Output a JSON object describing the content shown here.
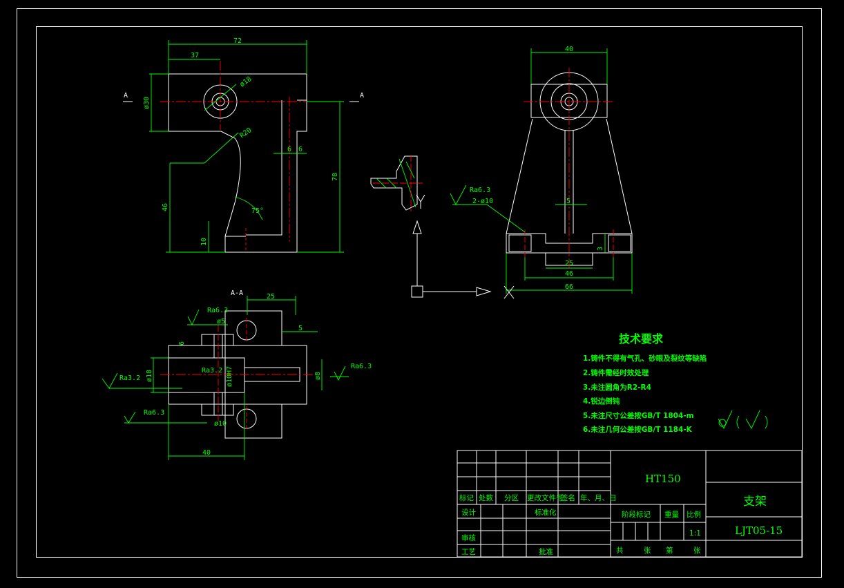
{
  "colors": {
    "background": "#000000",
    "geometry": "#ffffff",
    "dimension": "#00ff00",
    "centerline": "#ff0000"
  },
  "front_view": {
    "section_mark": "A",
    "dims": {
      "width_total": "72",
      "bore_offset": "37",
      "top_height": "ø30",
      "bore_dia": "ø18",
      "radius": "R20",
      "rib_1": "6",
      "rib_2": "6",
      "height": "78",
      "lower_height": "46",
      "base": "10",
      "angle": "75°"
    }
  },
  "side_view": {
    "dims": {
      "width_top": "40",
      "web": "5",
      "slot": "25",
      "inner": "46",
      "total": "66",
      "depth": "3"
    },
    "roughness": "Ra6.3",
    "holes": "2-ø10"
  },
  "section_view": {
    "title": "A-A",
    "dims": {
      "top": "25",
      "hole": "ø5",
      "gap": "5",
      "left": "6",
      "dia_18": "ø18",
      "dia_10": "ø10H7",
      "bottom_hole": "ø10",
      "length": "40",
      "step": "ø8"
    },
    "roughness": {
      "top": "Ra6.3",
      "left": "Ra3.2",
      "inner": "Ra3.2",
      "right": "Ra6.3",
      "bottom": "Ra6.3"
    }
  },
  "ucs": {
    "x_label": "X",
    "y_label": "Y"
  },
  "requirements": {
    "title": "技术要求",
    "items": [
      "1.铸件不得有气孔、砂眼及裂纹等缺陷",
      "2.铸件需经时效处理",
      "3.未注圆角为R2-R4",
      "4.锐边倒钝",
      "5.未注尺寸公差按GB/T 1804-m",
      "6.未注几何公差按GB/T 1184-K"
    ],
    "roughness_symbol": "✓(✓)"
  },
  "title_block": {
    "material": "HT150",
    "part_name": "支架",
    "drawing_no": "LJT05-15",
    "scale": "1:1",
    "revision_headers": [
      "标记",
      "处数",
      "分区",
      "更改文件号",
      "签名",
      "年、月、日"
    ],
    "sign_rows": [
      "设计",
      "标准化",
      "审核",
      "工艺",
      "批准"
    ],
    "stage_headers": [
      "阶段标记",
      "重量",
      "比例"
    ],
    "sheet_labels": [
      "共",
      "张",
      "第",
      "张"
    ]
  }
}
